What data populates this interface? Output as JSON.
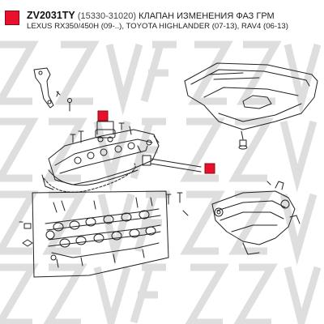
{
  "header": {
    "part_code": "ZV2031TY",
    "oem_number": "(15330-31020)",
    "description": "КЛАПАН ИЗМЕНЕНИЯ ФАЗ ГРМ",
    "applications": "LEXUS RX350/450H (09-..), TOYOTA HIGHLANDER (07-13), RAV4 (06-13)"
  },
  "colors": {
    "marker": "#e8102a",
    "line": "#222222",
    "watermark": "#d9d9d9"
  },
  "watermark": {
    "brand": "ZZVF"
  }
}
